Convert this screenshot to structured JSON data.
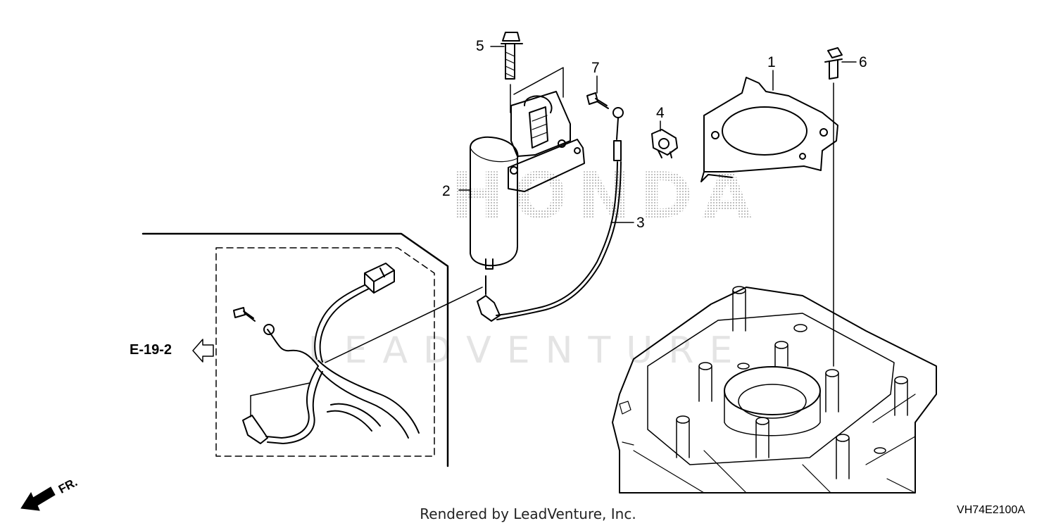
{
  "diagram": {
    "callouts": [
      {
        "id": "1",
        "label": "1"
      },
      {
        "id": "2",
        "label": "2"
      },
      {
        "id": "3",
        "label": "3"
      },
      {
        "id": "4",
        "label": "4"
      },
      {
        "id": "5",
        "label": "5"
      },
      {
        "id": "6",
        "label": "6"
      },
      {
        "id": "7",
        "label": "7"
      }
    ],
    "reference_link": "E-19-2",
    "direction_label": "FR.",
    "diagram_code": "VH74E2100A"
  },
  "watermark": {
    "brand": "HONDA",
    "text": "LEADVENTURE"
  },
  "footer": {
    "rendered_by": "Rendered by LeadVenture, Inc."
  },
  "colors": {
    "line": "#000000",
    "watermark": "#e4e4e4",
    "halftone": "#bdbdbd"
  }
}
